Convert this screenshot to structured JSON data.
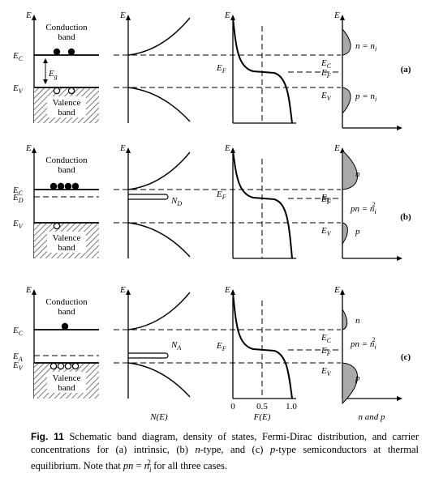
{
  "figure": {
    "axis": {
      "energy": "E",
      "dos_x": "N(E)",
      "fd_x": "F(E)",
      "carrier_x": "n and p",
      "fd_ticks": [
        "0",
        "0.5",
        "1.0"
      ]
    },
    "band": {
      "conduction": [
        "Conduction",
        "band"
      ],
      "valence": [
        "Valence",
        "band"
      ],
      "gap": "E",
      "gap_sub": "g"
    },
    "rows": [
      {
        "id": "a",
        "tag": "(a)",
        "band_left": [
          {
            "main": "E",
            "sub": "C"
          },
          {
            "main": "E",
            "sub": "V"
          }
        ],
        "dos_label": null,
        "fd_label": {
          "main": "E",
          "sub": "F"
        },
        "mid_right": [
          {
            "main": "E",
            "sub": "C"
          },
          {
            "main": "E",
            "sub": "F"
          },
          {
            "main": "E",
            "sub": "V"
          }
        ],
        "n_label": "n = n",
        "n_sub": "i",
        "p_label": "p = n",
        "p_sub": "i",
        "mass_action": null
      },
      {
        "id": "b",
        "tag": "(b)",
        "band_left": [
          {
            "main": "E",
            "sub": "C"
          },
          {
            "main": "E",
            "sub": "D"
          },
          {
            "main": "E",
            "sub": "V"
          }
        ],
        "dos_label": {
          "main": "N",
          "sub": "D"
        },
        "fd_label": {
          "main": "E",
          "sub": "F"
        },
        "mid_right": [
          {
            "main": "E",
            "sub": "C"
          },
          {
            "main": "E",
            "sub": "F"
          },
          {
            "main": "E",
            "sub": "V"
          }
        ],
        "n_label": "n",
        "n_sub": null,
        "p_label": "p",
        "p_sub": null,
        "mass_action": {
          "main": "pn = n",
          "sub": "i",
          "sup": "2"
        }
      },
      {
        "id": "c",
        "tag": "(c)",
        "band_left": [
          {
            "main": "E",
            "sub": "C"
          },
          {
            "main": "E",
            "sub": "A"
          },
          {
            "main": "E",
            "sub": "V"
          }
        ],
        "dos_label": {
          "main": "N",
          "sub": "A"
        },
        "fd_label": {
          "main": "E",
          "sub": "F"
        },
        "mid_right": [
          {
            "main": "E",
            "sub": "C"
          },
          {
            "main": "E",
            "sub": "F"
          },
          {
            "main": "E",
            "sub": "V"
          }
        ],
        "n_label": "n",
        "n_sub": null,
        "p_label": "p",
        "p_sub": null,
        "mass_action": {
          "main": "pn = n",
          "sub": "i",
          "sup": "2"
        }
      }
    ]
  },
  "caption": {
    "label": "Fig. 11",
    "part1": "  Schematic band diagram, density of states, Fermi-Dirac distribution, and carrier concentrations for (a) intrinsic, (b) ",
    "n_type": "n",
    "part2": "-type, and (c) ",
    "p_type": "p",
    "part3": "-type semiconductors at thermal equilibrium. Note that ",
    "pn": "pn",
    "eq": " = ",
    "ni": "n",
    "ni_sub": "i",
    "ni_sup": "2",
    "part4": " for all three cases."
  }
}
